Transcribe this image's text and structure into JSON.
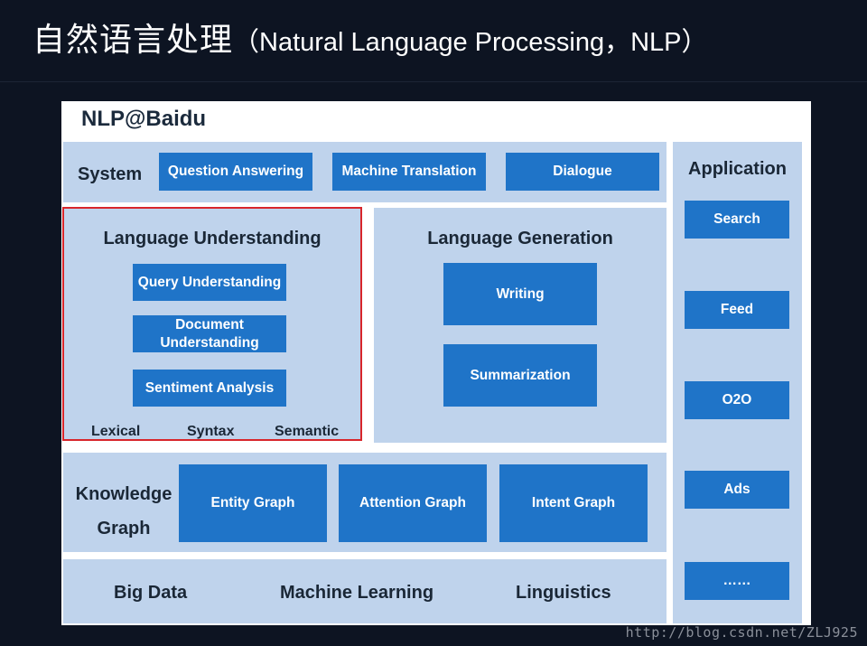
{
  "slide_title": {
    "chinese": "自然语言处理",
    "english": "（Natural Language Processing，NLP）"
  },
  "card_title": "NLP@Baidu",
  "system": {
    "label": "System",
    "items": [
      "Question Answering",
      "Machine Translation",
      "Dialogue"
    ]
  },
  "language_understanding": {
    "label": "Language Understanding",
    "items": [
      "Query Understanding",
      "Document Understanding",
      "Sentiment Analysis"
    ],
    "footer": [
      "Lexical",
      "Syntax",
      "Semantic"
    ]
  },
  "language_generation": {
    "label": "Language Generation",
    "items": [
      "Writing",
      "Summarization"
    ]
  },
  "knowledge_graph": {
    "label": "Knowledge Graph",
    "items": [
      "Entity Graph",
      "Attention Graph",
      "Intent Graph"
    ]
  },
  "foundation": {
    "items": [
      "Big Data",
      "Machine Learning",
      "Linguistics"
    ]
  },
  "application": {
    "label": "Application",
    "items": [
      "Search",
      "Feed",
      "O2O",
      "Ads",
      "……"
    ]
  },
  "watermark": "http://blog.csdn.net/ZLJ925",
  "colors": {
    "background": "#0d1422",
    "panel": "#bfd3ec",
    "box": "#1f74c8",
    "highlight": "#d8262b"
  }
}
